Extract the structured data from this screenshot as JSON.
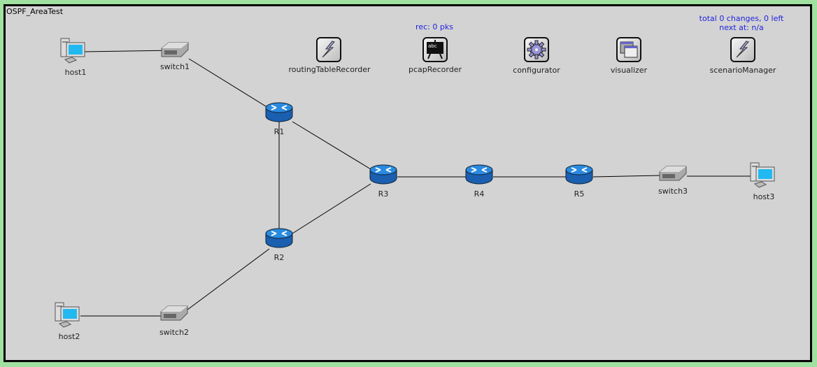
{
  "network": {
    "title": "OSPF_AreaTest",
    "colors": {
      "frame": "#a0e0a0",
      "background": "#d3d3d3",
      "status_text": "#2222dd",
      "router": "#1e6fc4"
    }
  },
  "modules": {
    "routingTableRecorder": {
      "label": "routingTableRecorder",
      "icon": "lightning-icon"
    },
    "pcapRecorder": {
      "label": "pcapRecorder",
      "icon": "blackboard-icon",
      "status": "rec: 0 pks",
      "icon_text": "abc"
    },
    "configurator": {
      "label": "configurator",
      "icon": "gear-icon"
    },
    "visualizer": {
      "label": "visualizer",
      "icon": "windows-icon"
    },
    "scenarioManager": {
      "label": "scenarioManager",
      "icon": "lightning-icon",
      "status_line1": "total 0 changes, 0 left",
      "status_line2": "next at: n/a"
    }
  },
  "nodes": {
    "host1": {
      "label": "host1",
      "type": "host"
    },
    "host2": {
      "label": "host2",
      "type": "host"
    },
    "host3": {
      "label": "host3",
      "type": "host"
    },
    "switch1": {
      "label": "switch1",
      "type": "switch"
    },
    "switch2": {
      "label": "switch2",
      "type": "switch"
    },
    "switch3": {
      "label": "switch3",
      "type": "switch"
    },
    "R1": {
      "label": "R1",
      "type": "router"
    },
    "R2": {
      "label": "R2",
      "type": "router"
    },
    "R3": {
      "label": "R3",
      "type": "router"
    },
    "R4": {
      "label": "R4",
      "type": "router"
    },
    "R5": {
      "label": "R5",
      "type": "router"
    }
  },
  "links": [
    [
      "host1",
      "switch1"
    ],
    [
      "switch1",
      "R1"
    ],
    [
      "R1",
      "R2"
    ],
    [
      "R1",
      "R3"
    ],
    [
      "R2",
      "R3"
    ],
    [
      "R2",
      "switch2"
    ],
    [
      "switch2",
      "host2"
    ],
    [
      "R3",
      "R4"
    ],
    [
      "R4",
      "R5"
    ],
    [
      "R5",
      "switch3"
    ],
    [
      "switch3",
      "host3"
    ]
  ]
}
